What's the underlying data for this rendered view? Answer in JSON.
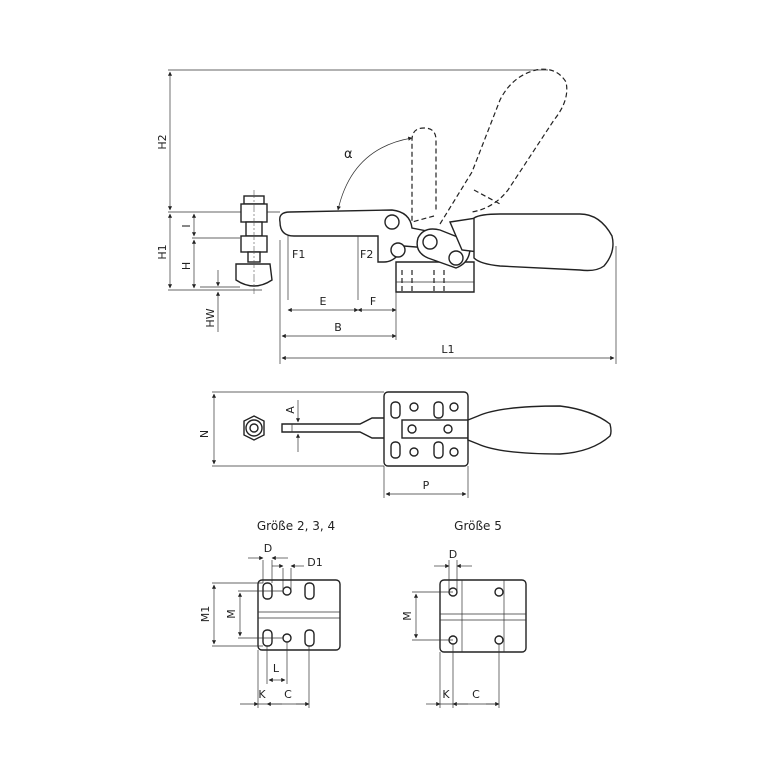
{
  "labels": {
    "H2": "H2",
    "H1": "H1",
    "I": "I",
    "H": "H",
    "HW": "HW",
    "F1": "F1",
    "F2": "F2",
    "E": "E",
    "F": "F",
    "B": "B",
    "L1": "L1",
    "alpha": "α",
    "N": "N",
    "A": "A",
    "P": "P",
    "D": "D",
    "D1": "D1",
    "M1": "M1",
    "M": "M",
    "L": "L",
    "K": "K",
    "C": "C"
  },
  "titles": {
    "size_234": "Größe 2, 3, 4",
    "size_5": "Größe 5"
  }
}
